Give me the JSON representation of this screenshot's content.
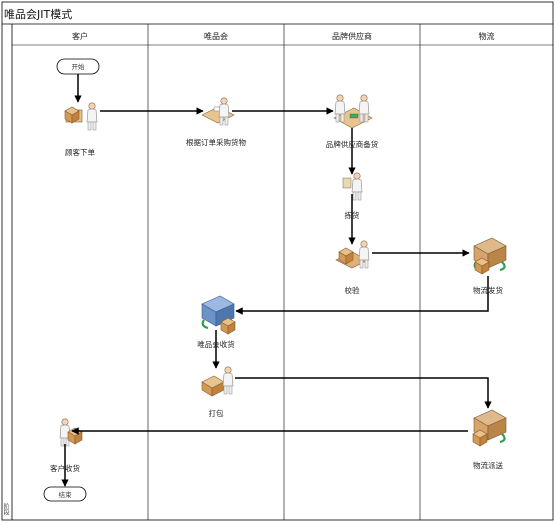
{
  "title": "唯品会JIT模式",
  "lanes": [
    {
      "id": "customer",
      "label": "客户"
    },
    {
      "id": "vip",
      "label": "唯品会"
    },
    {
      "id": "supplier",
      "label": "品牌供应商"
    },
    {
      "id": "logistics",
      "label": "物流"
    }
  ],
  "terminals": {
    "start": "开始",
    "end": "结束"
  },
  "nodes": [
    {
      "id": "n1",
      "label": "顾客下单"
    },
    {
      "id": "n2",
      "label": "根据订单采购货物"
    },
    {
      "id": "n3",
      "label": "品牌供应商备货"
    },
    {
      "id": "n4",
      "label": "拣货"
    },
    {
      "id": "n5",
      "label": "校验"
    },
    {
      "id": "n6",
      "label": "物流发货"
    },
    {
      "id": "n7",
      "label": "唯品会收货"
    },
    {
      "id": "n8",
      "label": "打包"
    },
    {
      "id": "n9",
      "label": "物流派送"
    },
    {
      "id": "n10",
      "label": "客户收货"
    }
  ],
  "side_label": "阶段",
  "colors": {
    "frame": "#000000",
    "arrow": "#000000",
    "box_tan": "#d9a766",
    "box_blue": "#6b93c9",
    "recycle_green": "#2f9e4a"
  }
}
